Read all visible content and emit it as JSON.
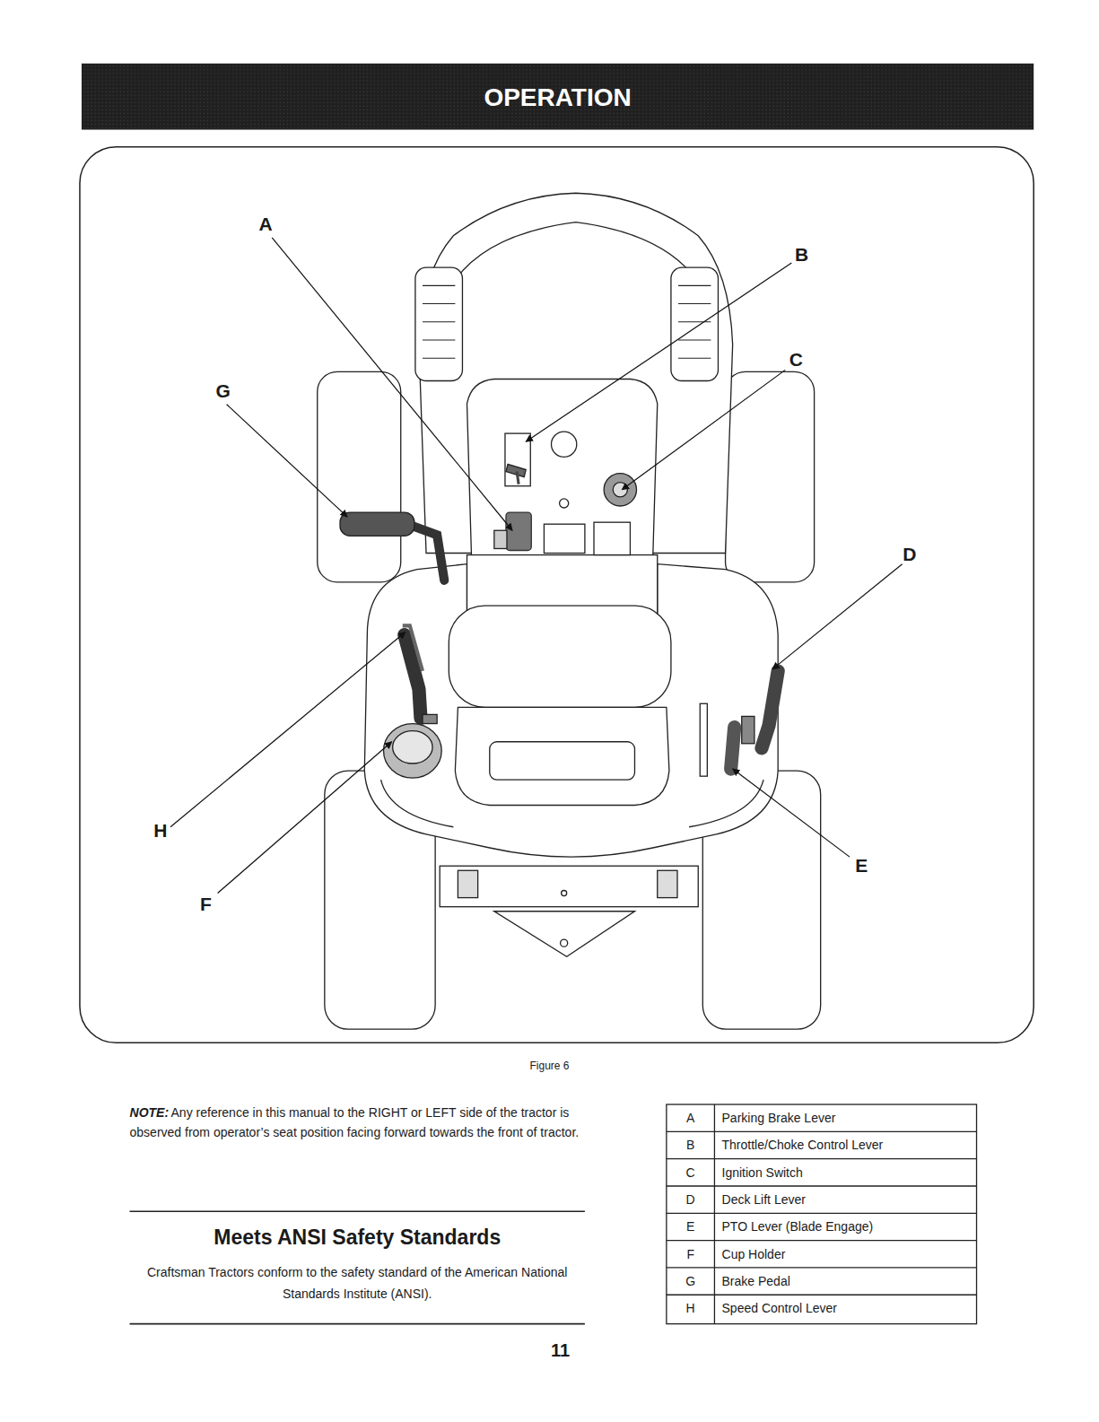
{
  "diagram": {
    "title": "OPERATION",
    "caption": "Figure 6",
    "labels": [
      "A",
      "B",
      "G",
      "C",
      "D",
      "H",
      "E",
      "F",
      "NOTE:",
      "Any reference in this manual to the RIGHT or LEFT side of the tractor is observed from operator’s seat position facing forward towards the front of tractor.",
      "Meets ANSI Safety Standards",
      "Craftsman Tractors conform to the safety standard of the American National Standards Institute (ANSI).",
      "A",
      "Parking Brake Lever",
      "B",
      "Throttle/Choke Control Lever",
      "C",
      "Ignition Switch",
      "D",
      "Deck Lift Lever",
      "E",
      "PTO Lever (Blade Engage)",
      "F",
      "Cup Holder",
      "G",
      "Brake Pedal",
      "H",
      "Speed Control Lever",
      "11"
    ]
  }
}
